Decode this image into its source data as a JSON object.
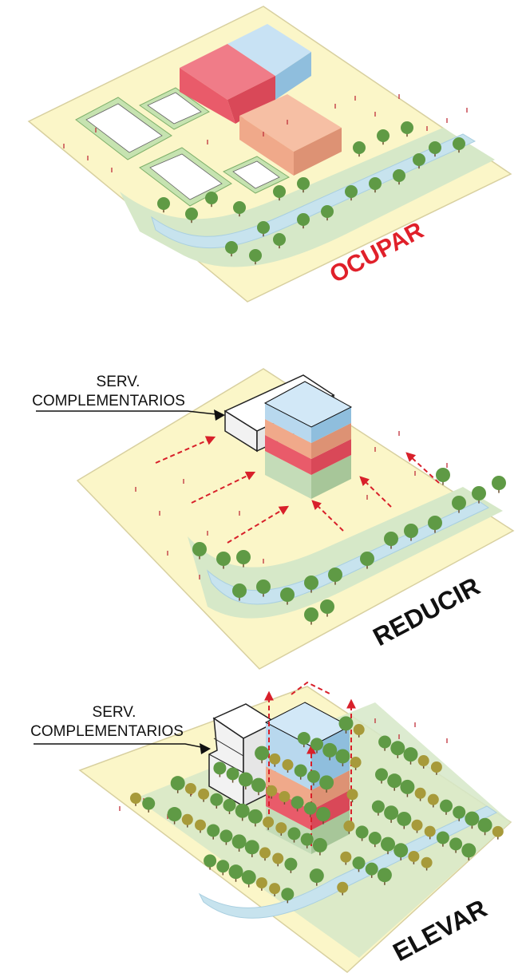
{
  "panels": [
    {
      "id": "ocupar",
      "label": "OCUPAR",
      "label_color": "#e0202a"
    },
    {
      "id": "reducir",
      "label": "REDUCIR",
      "label_color": "#111111",
      "callout_line1": "SERV.",
      "callout_line2": "COMPLEMENTARIOS"
    },
    {
      "id": "elevar",
      "label": "ELEVAR",
      "label_color": "#111111",
      "callout_line1": "SERV.",
      "callout_line2": "COMPLEMENTARIOS"
    }
  ],
  "colors": {
    "ground": "#fbf6c8",
    "ground_edge": "#d8d0a0",
    "green_strip": "#d6e8c8",
    "river": "#c7e3ee",
    "block_red": "#e95b6a",
    "block_blue": "#b8d8ee",
    "block_orange": "#f0a98a",
    "block_green": "#c4dcb8",
    "court_green": "#c6e3b0",
    "tree": "#5f9a45",
    "tree_olive": "#a79a3a",
    "arrow_red": "#d8202a"
  }
}
